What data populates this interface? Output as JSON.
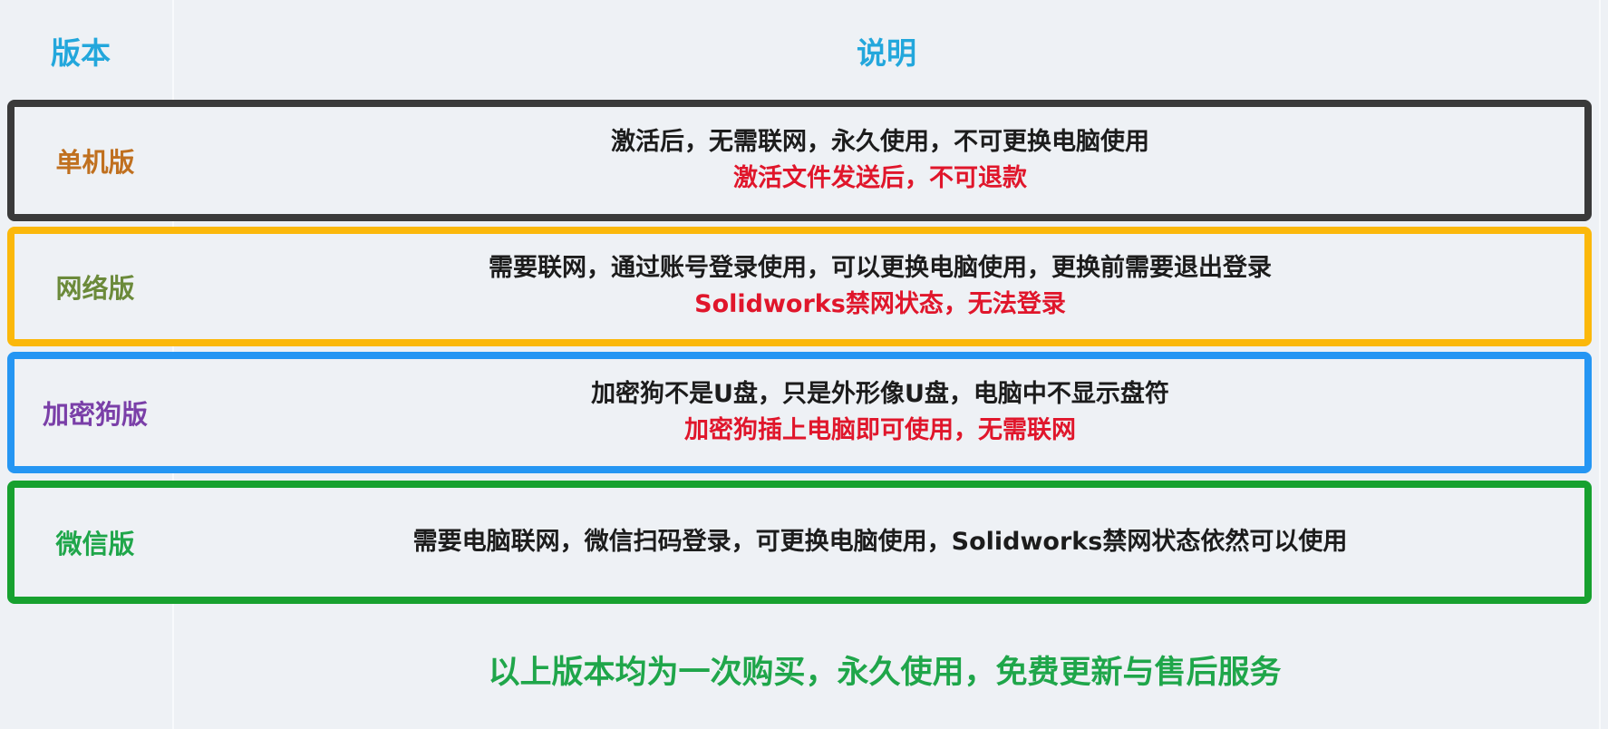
{
  "header": {
    "version_col": "版本",
    "desc_col": "说明"
  },
  "rows": [
    {
      "label": "单机版",
      "label_color": "#c0701f",
      "border_color": "#3a3a3a",
      "line": "激活后，无需联网，永久使用，不可更换电脑使用",
      "note": "激活文件发送后，不可退款"
    },
    {
      "label": "网络版",
      "label_color": "#6b8a3a",
      "border_color": "#fbb80b",
      "line": "需要联网，通过账号登录使用，可以更换电脑使用，更换前需要退出登录",
      "note": "Solidworks禁网状态，无法登录"
    },
    {
      "label": "加密狗版",
      "label_color": "#7a3fa8",
      "border_color": "#2596f3",
      "line": "加密狗不是U盘，只是外形像U盘，电脑中不显示盘符",
      "note": "加密狗插上电脑即可使用，无需联网"
    },
    {
      "label": "微信版",
      "label_color": "#1fa64a",
      "border_color": "#17a12f",
      "line": "需要电脑联网，微信扫码登录，可更换电脑使用，Solidworks禁网状态依然可以使用",
      "note": ""
    }
  ],
  "footer": {
    "text": "以上版本均为一次购买，永久使用，免费更新与售后服务",
    "color": "#1fa64a"
  },
  "colors": {
    "header_text": "#23a7dc",
    "note_text": "#e0162b",
    "background": "#eef1f5"
  }
}
